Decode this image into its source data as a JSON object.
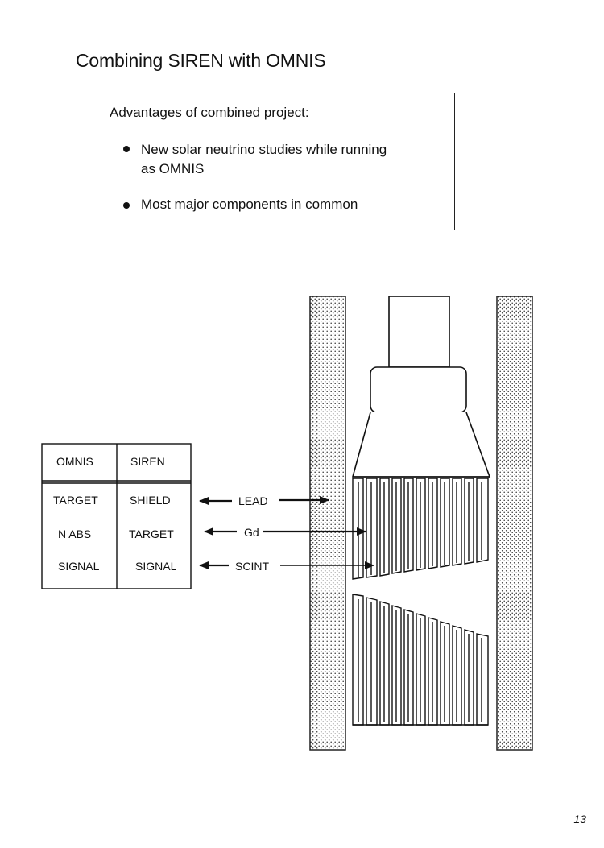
{
  "page": {
    "title": "Combining SIREN with OMNIS",
    "page_number": "13"
  },
  "advantages": {
    "heading": "Advantages of combined project:",
    "bullets": [
      "New solar neutrino studies while running as OMNIS",
      "Most major components in common"
    ]
  },
  "table": {
    "headers": [
      "OMNIS",
      "SIREN"
    ],
    "rows": [
      [
        "TARGET",
        "SHIELD"
      ],
      [
        "N ABS",
        "TARGET"
      ],
      [
        "SIGNAL",
        "SIGNAL"
      ]
    ]
  },
  "labels": {
    "lead": "LEAD",
    "gd": "Gd",
    "scint": "SCINT"
  }
}
